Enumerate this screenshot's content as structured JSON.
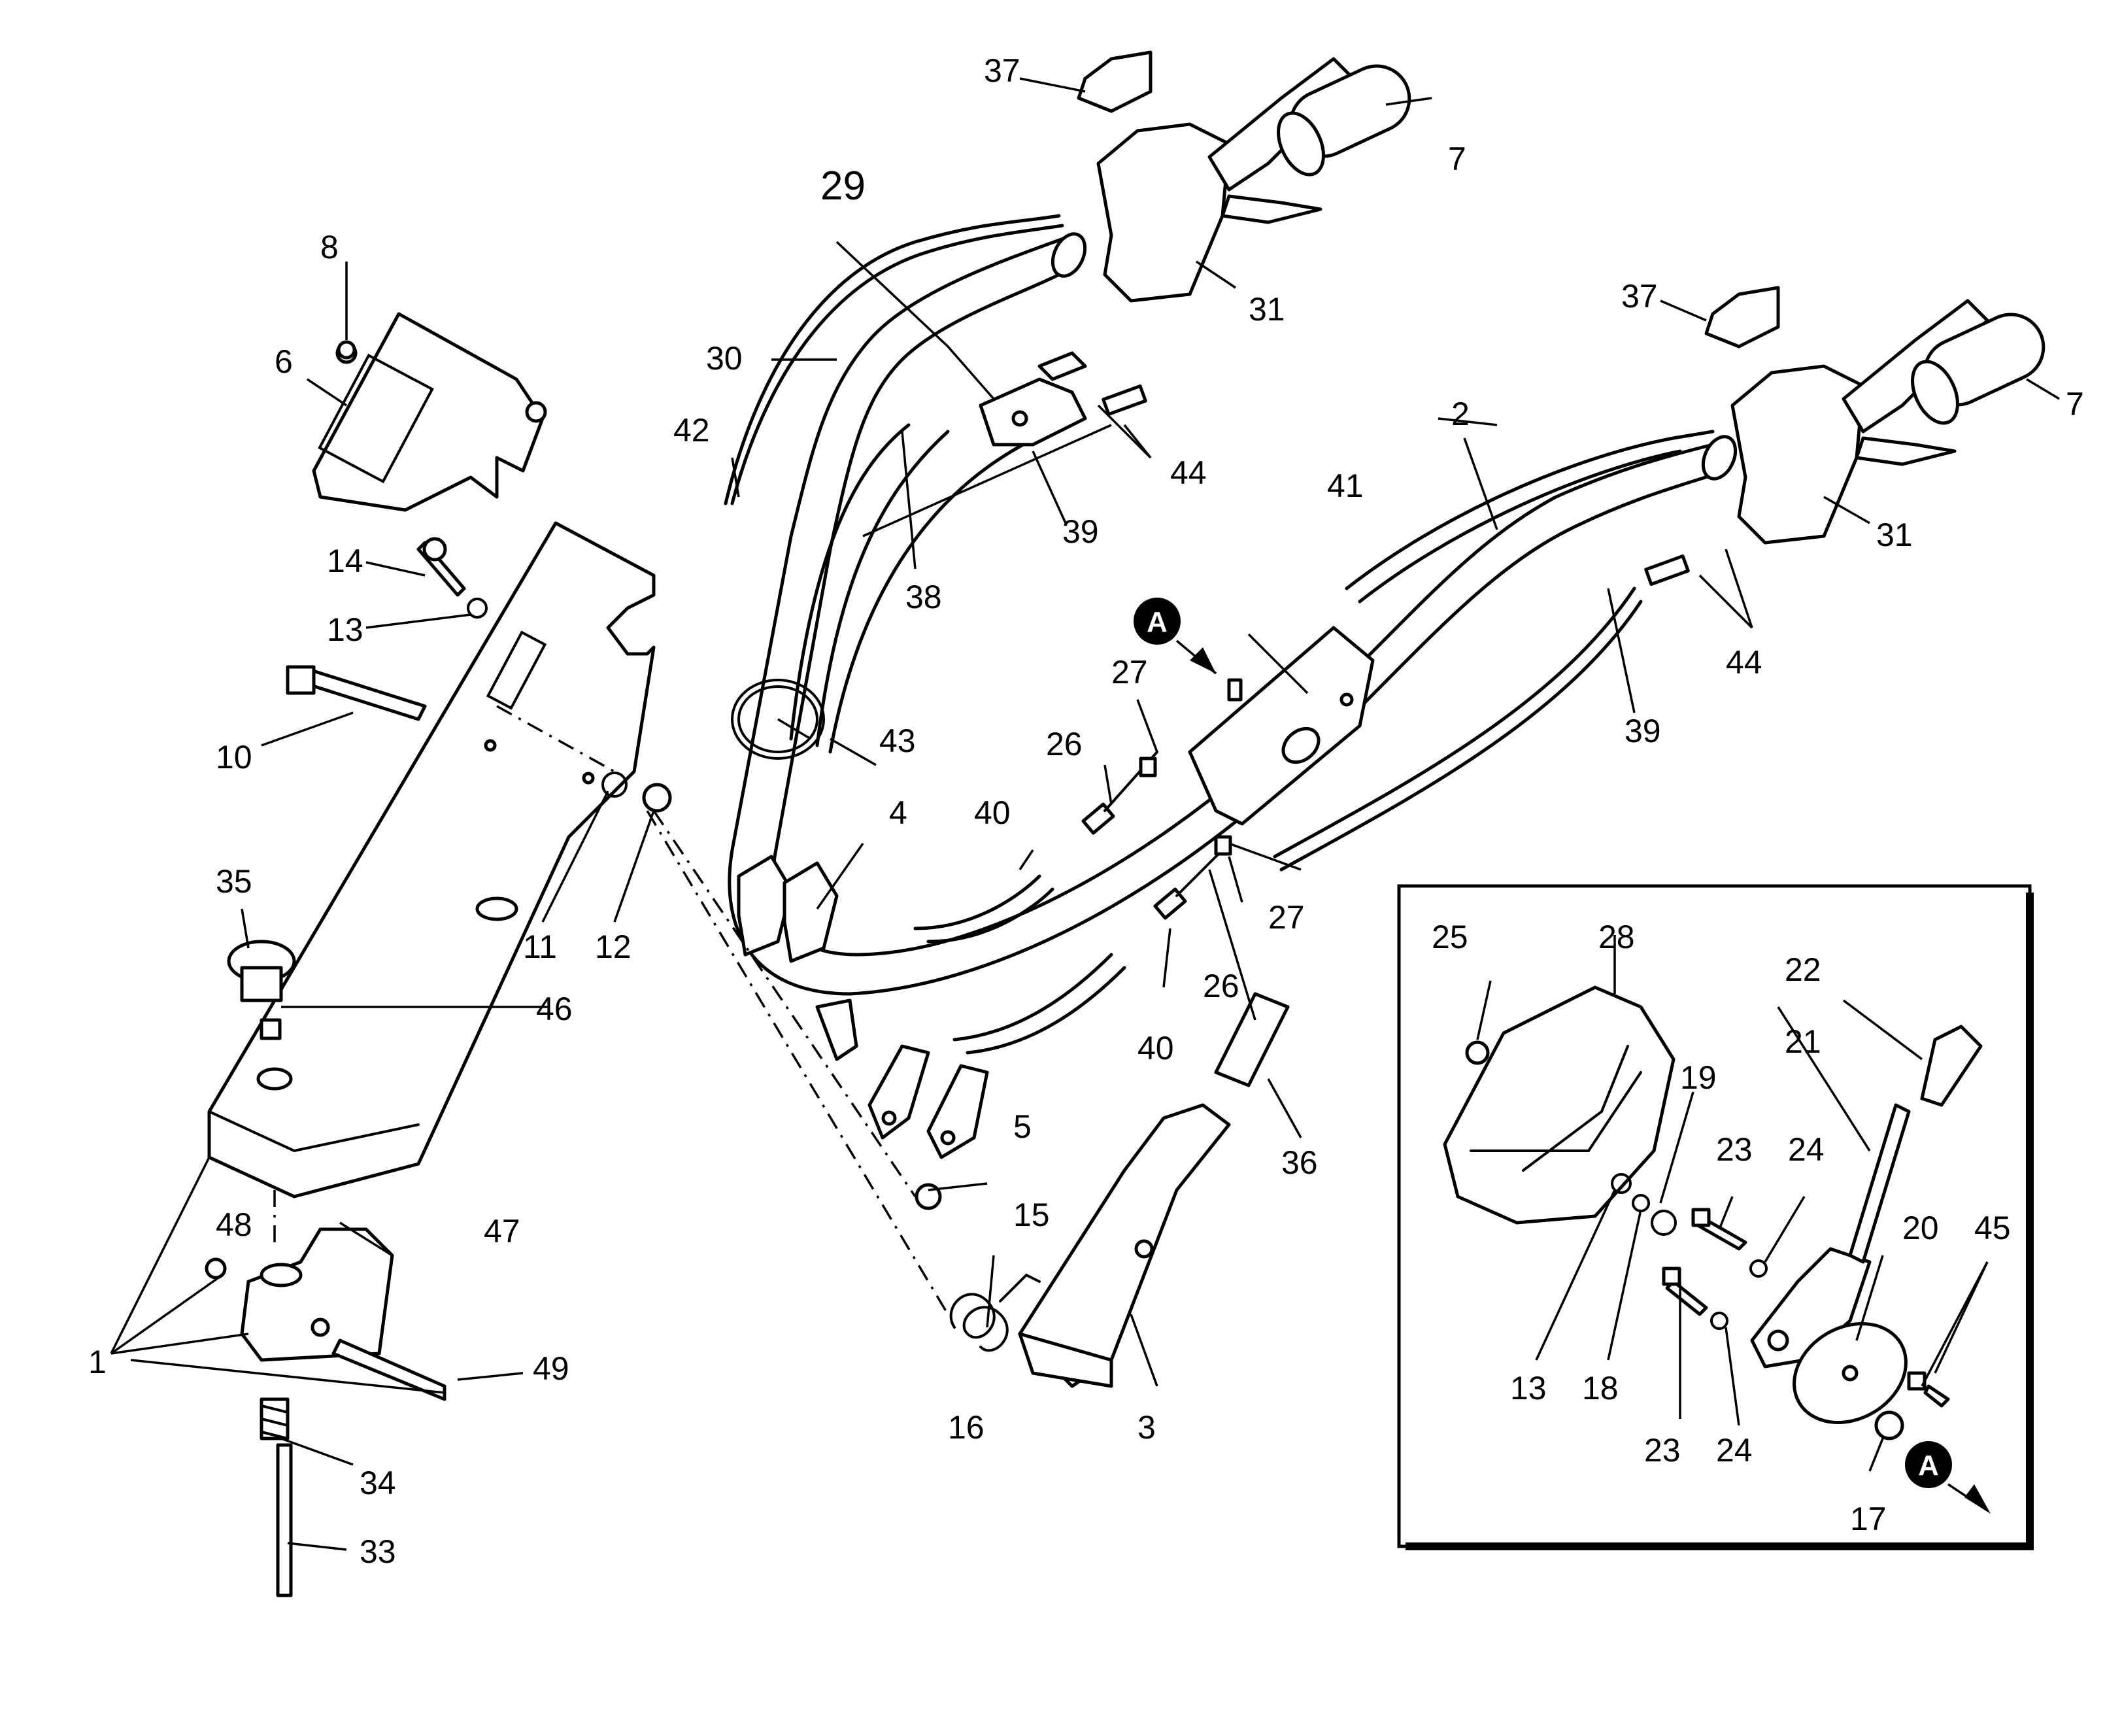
{
  "diagram": {
    "callouts": [
      {
        "id": "c-1",
        "text": "1"
      },
      {
        "id": "c-2",
        "text": "2"
      },
      {
        "id": "c-3",
        "text": "3"
      },
      {
        "id": "c-4",
        "text": "4"
      },
      {
        "id": "c-5",
        "text": "5"
      },
      {
        "id": "c-6",
        "text": "6"
      },
      {
        "id": "c-7a",
        "text": "7"
      },
      {
        "id": "c-7b",
        "text": "7"
      },
      {
        "id": "c-8",
        "text": "8"
      },
      {
        "id": "c-10",
        "text": "10"
      },
      {
        "id": "c-11",
        "text": "11"
      },
      {
        "id": "c-12",
        "text": "12"
      },
      {
        "id": "c-13",
        "text": "13"
      },
      {
        "id": "c-14",
        "text": "14"
      },
      {
        "id": "c-15",
        "text": "15"
      },
      {
        "id": "c-16",
        "text": "16"
      },
      {
        "id": "c-26a",
        "text": "26"
      },
      {
        "id": "c-26b",
        "text": "26"
      },
      {
        "id": "c-27a",
        "text": "27"
      },
      {
        "id": "c-27b",
        "text": "27"
      },
      {
        "id": "c-29",
        "text": "29"
      },
      {
        "id": "c-30",
        "text": "30"
      },
      {
        "id": "c-31a",
        "text": "31"
      },
      {
        "id": "c-31b",
        "text": "31"
      },
      {
        "id": "c-33",
        "text": "33"
      },
      {
        "id": "c-34",
        "text": "34"
      },
      {
        "id": "c-35",
        "text": "35"
      },
      {
        "id": "c-36",
        "text": "36"
      },
      {
        "id": "c-37a",
        "text": "37"
      },
      {
        "id": "c-37b",
        "text": "37"
      },
      {
        "id": "c-38",
        "text": "38"
      },
      {
        "id": "c-39a",
        "text": "39"
      },
      {
        "id": "c-39b",
        "text": "39"
      },
      {
        "id": "c-40a",
        "text": "40"
      },
      {
        "id": "c-40b",
        "text": "40"
      },
      {
        "id": "c-41",
        "text": "41"
      },
      {
        "id": "c-42",
        "text": "42"
      },
      {
        "id": "c-43",
        "text": "43"
      },
      {
        "id": "c-44a",
        "text": "44"
      },
      {
        "id": "c-44b",
        "text": "44"
      },
      {
        "id": "c-46",
        "text": "46"
      },
      {
        "id": "c-47",
        "text": "47"
      },
      {
        "id": "c-48",
        "text": "48"
      },
      {
        "id": "c-49",
        "text": "49"
      }
    ],
    "inset": {
      "callouts": [
        {
          "id": "i-13",
          "text": "13"
        },
        {
          "id": "i-17",
          "text": "17"
        },
        {
          "id": "i-18",
          "text": "18"
        },
        {
          "id": "i-19",
          "text": "19"
        },
        {
          "id": "i-20",
          "text": "20"
        },
        {
          "id": "i-21",
          "text": "21"
        },
        {
          "id": "i-22",
          "text": "22"
        },
        {
          "id": "i-23a",
          "text": "23"
        },
        {
          "id": "i-23b",
          "text": "23"
        },
        {
          "id": "i-24a",
          "text": "24"
        },
        {
          "id": "i-24b",
          "text": "24"
        },
        {
          "id": "i-25",
          "text": "25"
        },
        {
          "id": "i-28",
          "text": "28"
        },
        {
          "id": "i-45",
          "text": "45"
        }
      ]
    },
    "view_marker": "A"
  }
}
